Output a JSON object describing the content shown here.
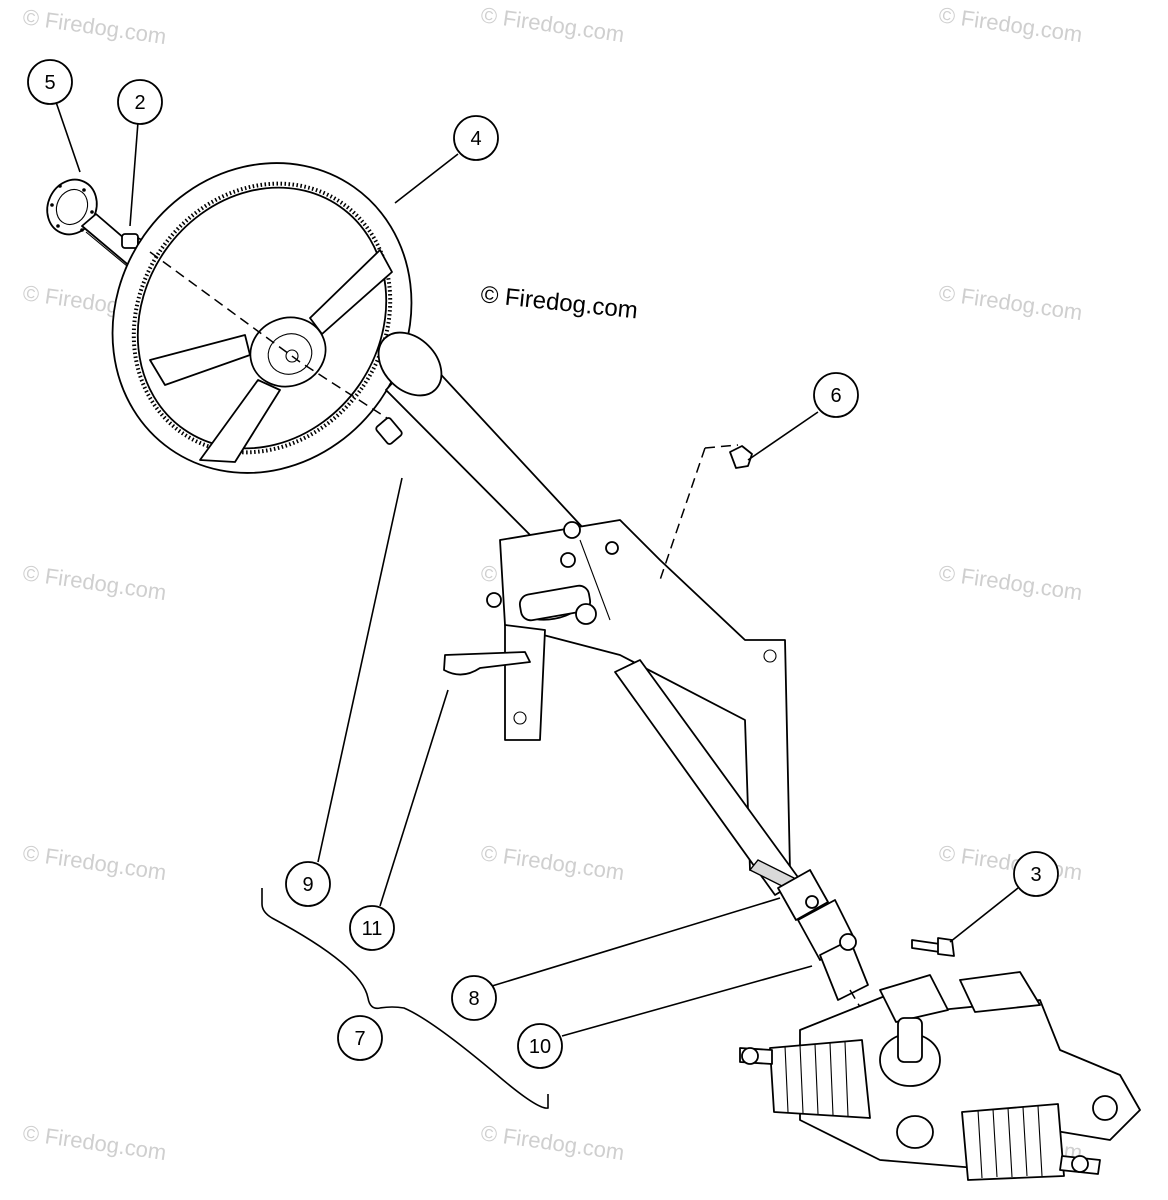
{
  "diagram": {
    "copyright": "© Firedog.com",
    "watermark": "© Firedog.com",
    "callouts": [
      {
        "id": "5",
        "label": "5"
      },
      {
        "id": "2",
        "label": "2"
      },
      {
        "id": "4",
        "label": "4"
      },
      {
        "id": "6",
        "label": "6"
      },
      {
        "id": "9",
        "label": "9"
      },
      {
        "id": "11",
        "label": "11"
      },
      {
        "id": "3",
        "label": "3"
      },
      {
        "id": "8",
        "label": "8"
      },
      {
        "id": "7",
        "label": "7"
      },
      {
        "id": "10",
        "label": "10"
      }
    ]
  }
}
